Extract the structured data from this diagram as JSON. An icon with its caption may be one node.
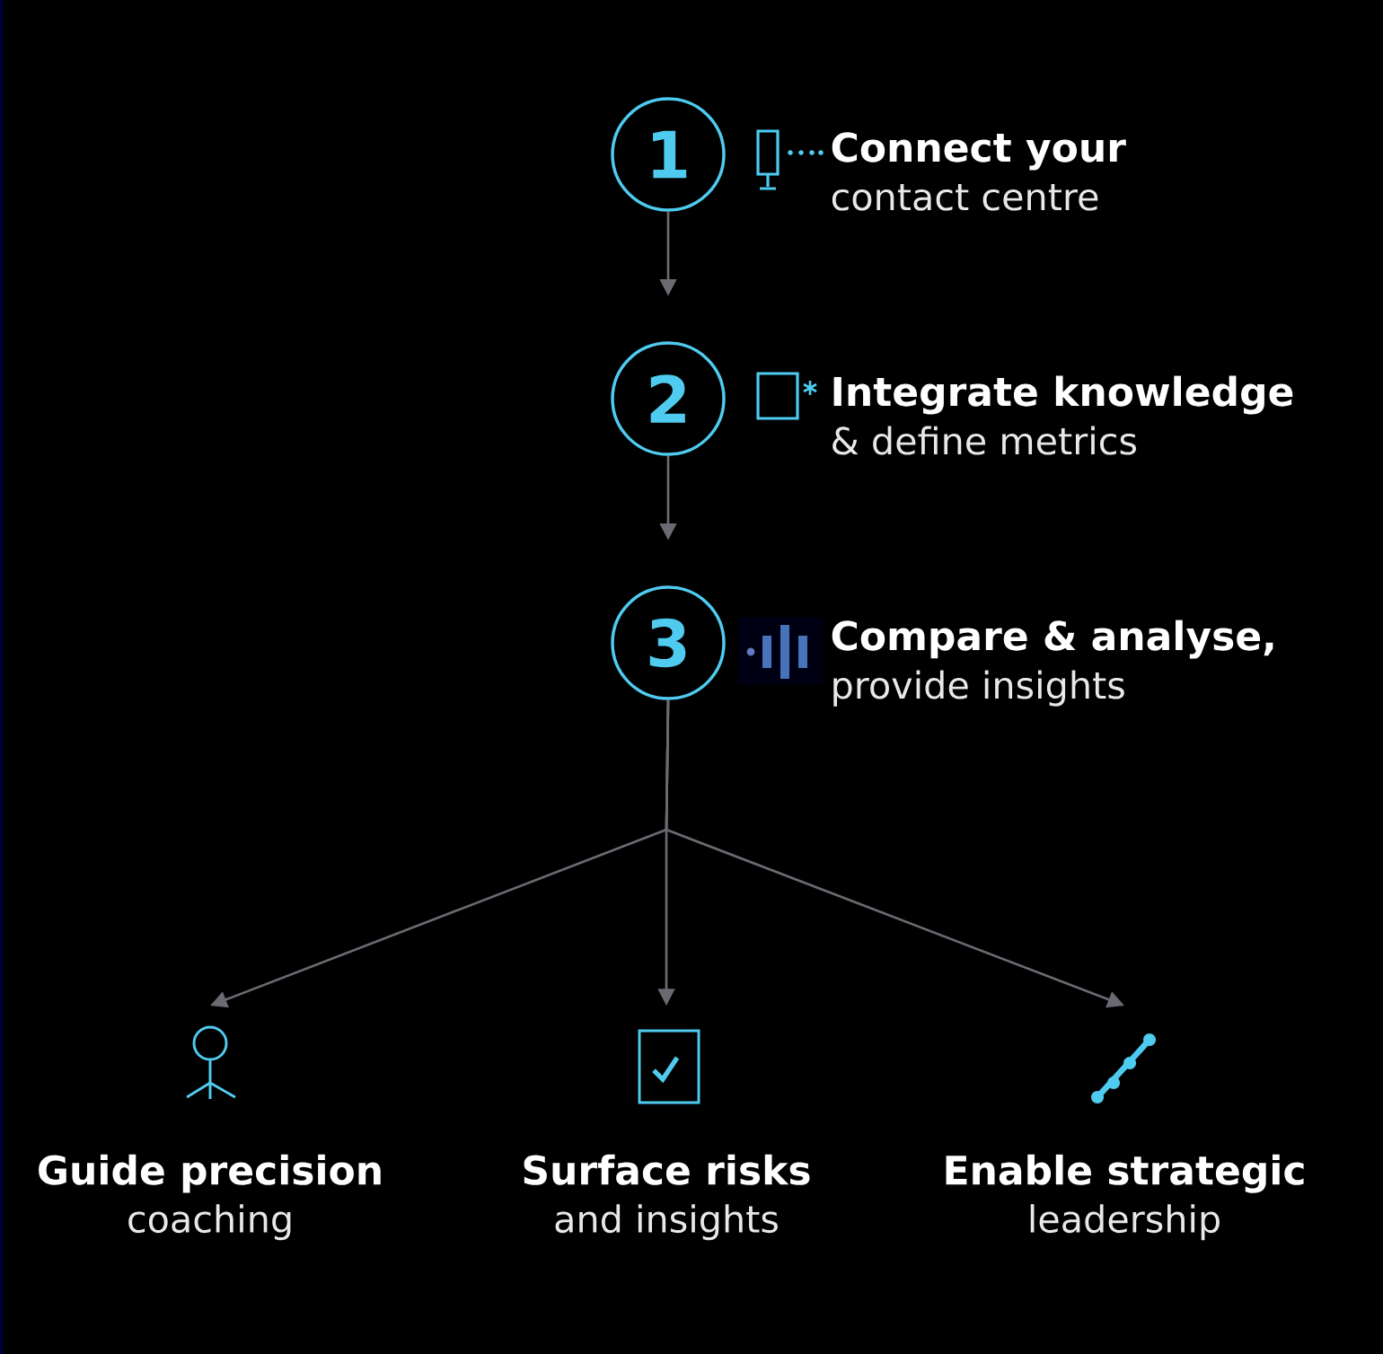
{
  "diagram": {
    "nodes": [
      {
        "text": [
          "1"
        ],
        "beside": [
          "Connect your",
          "contact centre"
        ]
      },
      {
        "text": [
          "2"
        ],
        "beside": [
          "Integrate knowledge",
          "& define metrics"
        ]
      },
      {
        "text": [
          "3"
        ],
        "beside": [
          "Compare & analyse,",
          "provide insights"
        ]
      },
      {
        "text": [
          "Guide precision",
          "coaching"
        ]
      },
      {
        "text": [
          "Surface risks",
          "and insights"
        ]
      },
      {
        "text": [
          "Enable strategic",
          "leadership"
        ]
      }
    ],
    "edges": [
      {
        "from": 0,
        "to": 1,
        "arrow": "to"
      },
      {
        "from": 1,
        "to": 2,
        "arrow": "to"
      },
      {
        "from": 2,
        "to": 3,
        "arrow": "to"
      },
      {
        "from": 2,
        "to": 4,
        "arrow": "to"
      },
      {
        "from": 2,
        "to": 5,
        "arrow": "to"
      }
    ]
  }
}
